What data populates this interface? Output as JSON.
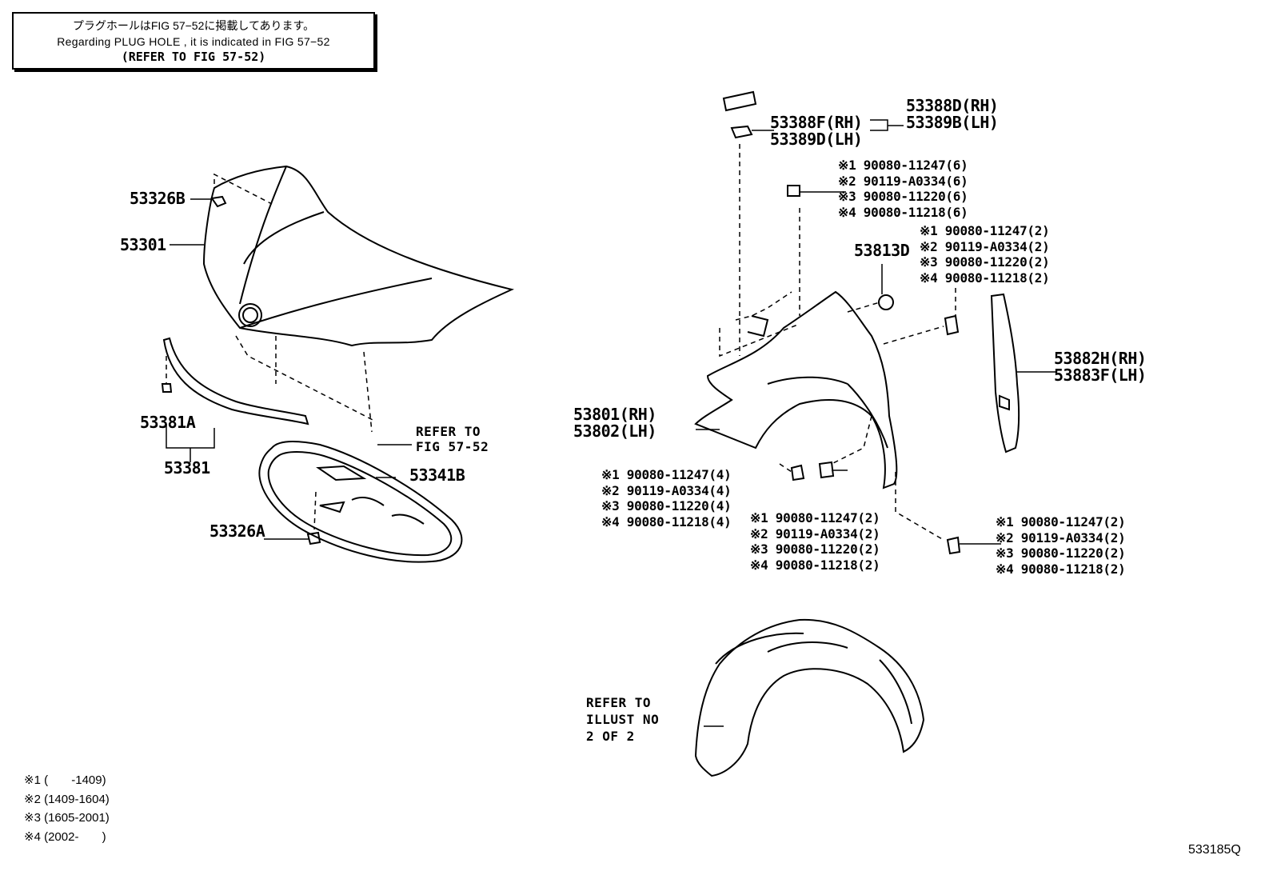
{
  "note": {
    "jp": "プラグホールはFIG 57−52に掲載してあります。",
    "en": "Regarding PLUG HOLE , it is indicated in FIG 57−52",
    "ref": "(REFER TO FIG 57-52)"
  },
  "labels": {
    "p53326B": "53326B",
    "p53301": "53301",
    "p53381A": "53381A",
    "p53381": "53381",
    "p53341B": "53341B",
    "p53326A": "53326A",
    "refer_fig": [
      "REFER TO",
      "FIG 57-52"
    ],
    "p53388F": [
      "53388F(RH)",
      "53389D(LH)"
    ],
    "p53388D": [
      "53388D(RH)",
      "53389B(LH)"
    ],
    "p53813D": "53813D",
    "p53801": [
      "53801(RH)",
      "53802(LH)"
    ],
    "p53882H": [
      "53882H(RH)",
      "53883F(LH)"
    ],
    "refer_illust": [
      "REFER TO",
      "ILLUST NO",
      "2 OF 2"
    ]
  },
  "bolt_groups": {
    "g6": [
      "※1 90080-11247(6)",
      "※2 90119-A0334(6)",
      "※3 90080-11220(6)",
      "※4 90080-11218(6)"
    ],
    "g2a": [
      "※1 90080-11247(2)",
      "※2 90119-A0334(2)",
      "※3 90080-11220(2)",
      "※4 90080-11218(2)"
    ],
    "g4": [
      "※1 90080-11247(4)",
      "※2 90119-A0334(4)",
      "※3 90080-11220(4)",
      "※4 90080-11218(4)"
    ],
    "g2b": [
      "※1 90080-11247(2)",
      "※2 90119-A0334(2)",
      "※3 90080-11220(2)",
      "※4 90080-11218(2)"
    ],
    "g2c": [
      "※1 90080-11247(2)",
      "※2 90119-A0334(2)",
      "※3 90080-11220(2)",
      "※4 90080-11218(2)"
    ]
  },
  "legend": [
    "※1 (       -1409)",
    "※2 (1409-1604)",
    "※3 (1605-2001)",
    "※4 (2002-       )"
  ],
  "figure_code": "533185Q"
}
